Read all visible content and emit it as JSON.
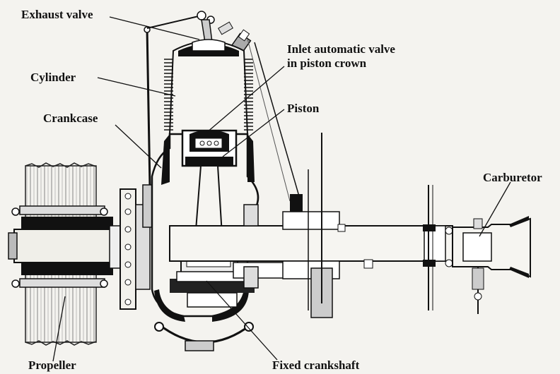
{
  "labels": {
    "exhaust_valve": "Exhaust valve",
    "inlet_valve_line1": "Inlet automatic valve",
    "inlet_valve_line2": "in piston crown",
    "cylinder": "Cylinder",
    "piston": "Piston",
    "crankcase": "Crankcase",
    "carburetor": "Carburetor",
    "propeller": "Propeller",
    "fixed_crankshaft": "Fixed crankshaft"
  },
  "colors": {
    "ink": "#111111",
    "paper": "#f4f3ef",
    "wood": "#e9e6dc"
  }
}
